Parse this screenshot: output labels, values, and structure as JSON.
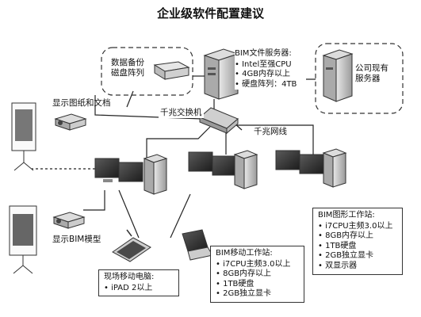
{
  "title": "企业级软件配置建议",
  "nodes": {
    "backup": "数据备份\n磁盘阵列",
    "company_server": "公司现有\n服务器",
    "switch": "千兆交换机",
    "network": "千兆网线",
    "show_docs": "显示图纸和文档",
    "show_bim": "显示BIM模型",
    "mobile_pc": "现场移动电脑:",
    "mobile_pc_spec": "iPAD 2以上"
  },
  "bim_server": {
    "title": "BIM文件服务器:",
    "specs": [
      "Intel至强CPU",
      "4GB内存以上",
      "硬盘阵列：4TB"
    ]
  },
  "bim_workstation": {
    "title": "BIM图形工作站:",
    "specs": [
      "i7CPU主频3.0以上",
      "8GB内存以上",
      "1TB硬盘",
      "2GB独立显卡",
      "双显示器"
    ]
  },
  "bim_mobile_workstation": {
    "title": "BIM移动工作站:",
    "specs": [
      "i7CPU主频3.0以上",
      "8GB内存以上",
      "1TB硬盘",
      "2GB独立显卡"
    ]
  }
}
